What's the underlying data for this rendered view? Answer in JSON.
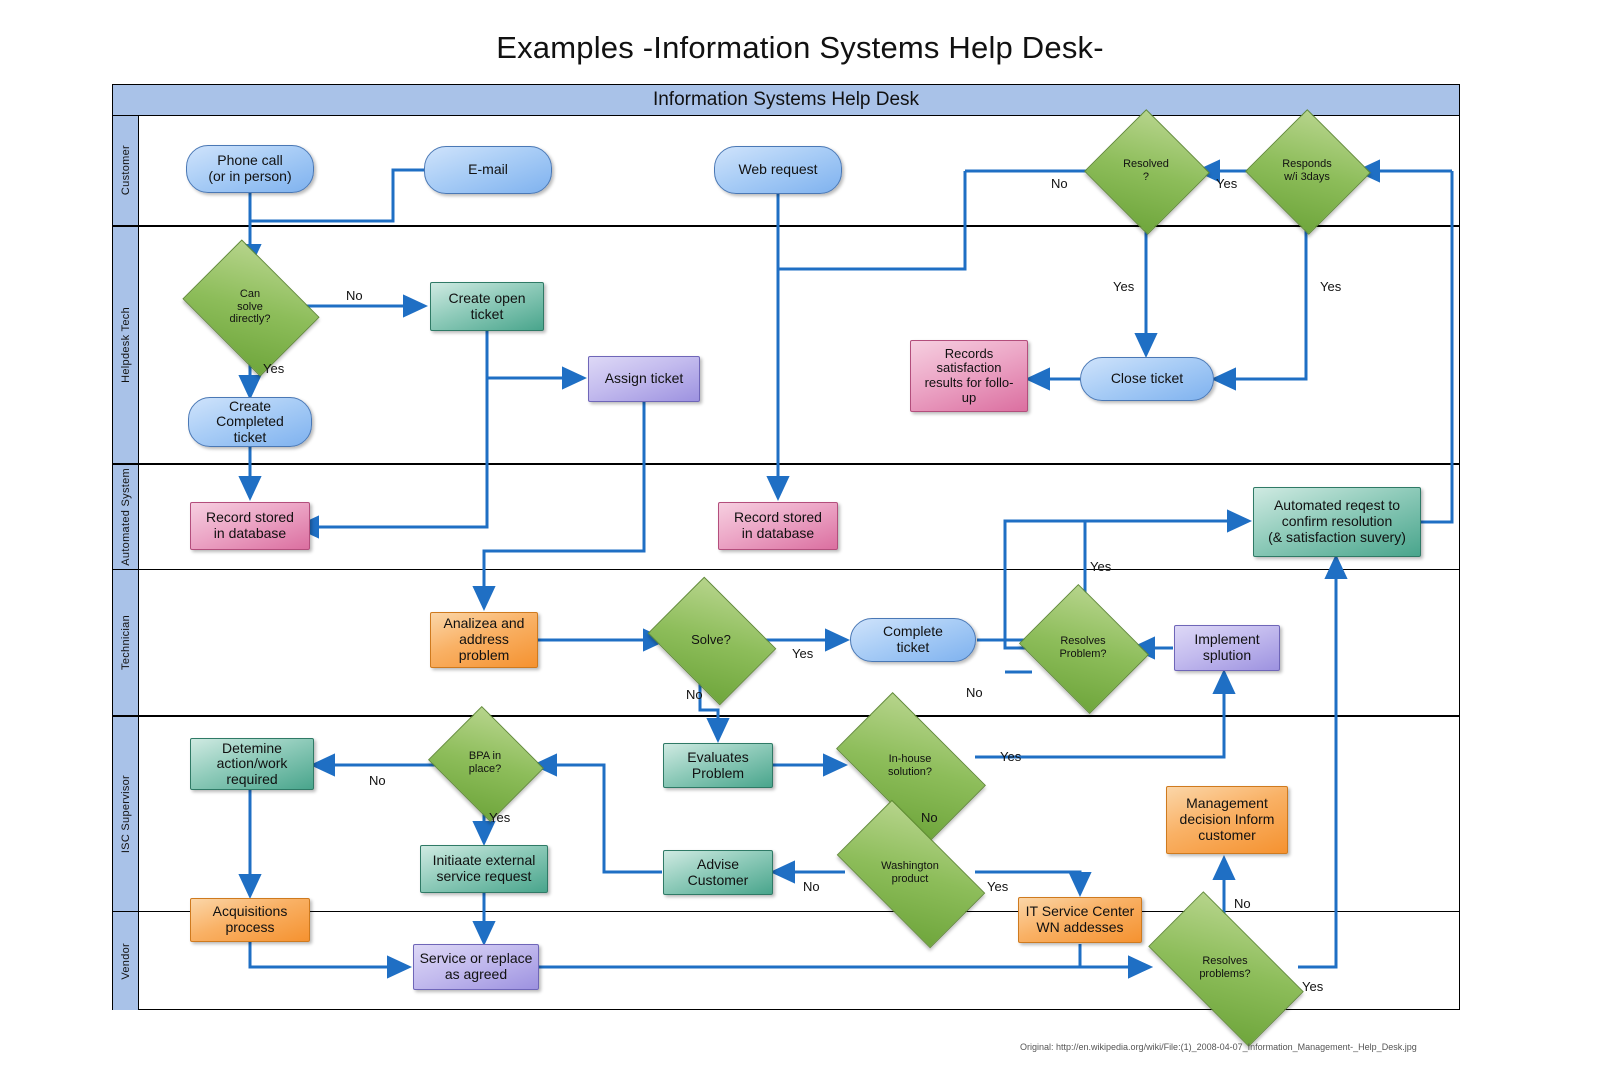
{
  "page": {
    "title": "Examples -Information Systems Help Desk-",
    "credit": "Original: http://en.wikipedia.org/wiki/File:(1)_2008-04-07_Information_Management-_Help_Desk.jpg"
  },
  "pool": {
    "header": "Information Systems Help Desk"
  },
  "lanes": [
    {
      "label": "Customer"
    },
    {
      "label": "Helpdesk Tech"
    },
    {
      "label": "Automated System"
    },
    {
      "label": "Technician"
    },
    {
      "label": "ISC Supervisor"
    },
    {
      "label": "Vendor"
    }
  ],
  "nodes": [
    {
      "id": "phone-call",
      "text": "Phone call\n(or in person)",
      "shape": "rounded",
      "color": "blue",
      "lane": "Customer"
    },
    {
      "id": "email",
      "text": "E-mail",
      "shape": "rounded",
      "color": "blue",
      "lane": "Customer"
    },
    {
      "id": "web-request",
      "text": "Web request",
      "shape": "rounded",
      "color": "blue",
      "lane": "Customer"
    },
    {
      "id": "resolved",
      "text": "Resolved\n?",
      "shape": "diamond",
      "color": "green",
      "lane": "Customer"
    },
    {
      "id": "responds-3days",
      "text": "Responds\nw/i 3days",
      "shape": "diamond",
      "color": "green",
      "lane": "Customer"
    },
    {
      "id": "can-solve-directly",
      "text": "Can\nsolve\ndirectly?",
      "shape": "diamond",
      "color": "green",
      "lane": "Helpdesk Tech"
    },
    {
      "id": "create-open-ticket",
      "text": "Create open\nticket",
      "shape": "rect",
      "color": "teal",
      "lane": "Helpdesk Tech"
    },
    {
      "id": "assign-ticket",
      "text": "Assign ticket",
      "shape": "rect",
      "color": "purple",
      "lane": "Helpdesk Tech"
    },
    {
      "id": "create-completed-ticket",
      "text": "Create\nCompleted\nticket",
      "shape": "rounded",
      "color": "blue",
      "lane": "Helpdesk Tech"
    },
    {
      "id": "records-satisfaction",
      "text": "Records\nsatisfaction\nresults for follo-\nup",
      "shape": "rect",
      "color": "pink",
      "lane": "Helpdesk Tech"
    },
    {
      "id": "close-ticket",
      "text": "Close ticket",
      "shape": "rounded",
      "color": "blue",
      "lane": "Helpdesk Tech"
    },
    {
      "id": "record-stored-1",
      "text": "Record stored\nin database",
      "shape": "rect",
      "color": "pink",
      "lane": "Automated System"
    },
    {
      "id": "record-stored-2",
      "text": "Record stored\nin database",
      "shape": "rect",
      "color": "pink",
      "lane": "Automated System"
    },
    {
      "id": "automated-request",
      "text": "Automated reqest to\nconfirm resolution\n(& satisfaction suvery)",
      "shape": "rect",
      "color": "teal",
      "lane": "Automated System"
    },
    {
      "id": "analizea-address",
      "text": "Analizea and\naddress\nproblem",
      "shape": "rect",
      "color": "orange",
      "lane": "Technician"
    },
    {
      "id": "solve",
      "text": "Solve?",
      "shape": "diamond",
      "color": "green",
      "lane": "Technician"
    },
    {
      "id": "complete-ticket",
      "text": "Complete\nticket",
      "shape": "rounded",
      "color": "blue",
      "lane": "Technician"
    },
    {
      "id": "resolves-problem",
      "text": "Resolves\nProblem?",
      "shape": "diamond",
      "color": "green",
      "lane": "Technician"
    },
    {
      "id": "implement-solution",
      "text": "Implement\nsplution",
      "shape": "rect",
      "color": "purple",
      "lane": "Technician"
    },
    {
      "id": "determine-action",
      "text": "Detemine\naction/work\nrequired",
      "shape": "rect",
      "color": "teal",
      "lane": "ISC Supervisor"
    },
    {
      "id": "bpa-in-place",
      "text": "BPA in\nplace?",
      "shape": "diamond",
      "color": "green",
      "lane": "ISC Supervisor"
    },
    {
      "id": "evaluates-problem",
      "text": "Evaluates\nProblem",
      "shape": "rect",
      "color": "teal",
      "lane": "ISC Supervisor"
    },
    {
      "id": "in-house-solution",
      "text": "In-house\nsolution?",
      "shape": "diamond",
      "color": "green",
      "lane": "ISC Supervisor"
    },
    {
      "id": "management-decision",
      "text": "Management\ndecision Inform\ncustomer",
      "shape": "rect",
      "color": "orange",
      "lane": "ISC Supervisor"
    },
    {
      "id": "initiate-external",
      "text": "Initiaate external\nservice request",
      "shape": "rect",
      "color": "teal",
      "lane": "ISC Supervisor"
    },
    {
      "id": "advise-customer",
      "text": "Advise\nCustomer",
      "shape": "rect",
      "color": "teal",
      "lane": "ISC Supervisor"
    },
    {
      "id": "washington-product",
      "text": "Washington\nproduct",
      "shape": "diamond",
      "color": "green",
      "lane": "ISC Supervisor"
    },
    {
      "id": "acquisitions-process",
      "text": "Acquisitions\nprocess",
      "shape": "rect",
      "color": "orange",
      "lane": "ISC Supervisor"
    },
    {
      "id": "it-service-center",
      "text": "IT Service Center\nWN addesses",
      "shape": "rect",
      "color": "orange",
      "lane": "ISC Supervisor"
    },
    {
      "id": "service-or-replace",
      "text": "Service or replace\nas agreed",
      "shape": "rect",
      "color": "purple",
      "lane": "Vendor"
    },
    {
      "id": "resolves-problems",
      "text": "Resolves\nproblems?",
      "shape": "diamond",
      "color": "green",
      "lane": "Vendor"
    }
  ],
  "edge_labels": [
    {
      "id": "lbl-resolved-no",
      "text": "No"
    },
    {
      "id": "lbl-responds-yes",
      "text": "Yes"
    },
    {
      "id": "lbl-cansolve-no",
      "text": "No"
    },
    {
      "id": "lbl-cansolve-yes",
      "text": "Yes"
    },
    {
      "id": "lbl-resolved-yes",
      "text": "Yes"
    },
    {
      "id": "lbl-responds-yes2",
      "text": "Yes"
    },
    {
      "id": "lbl-resolvesproblem-yes",
      "text": "Yes"
    },
    {
      "id": "lbl-solve-yes",
      "text": "Yes"
    },
    {
      "id": "lbl-solve-no",
      "text": "No"
    },
    {
      "id": "lbl-resolvesproblem-no",
      "text": "No"
    },
    {
      "id": "lbl-bpa-no",
      "text": "No"
    },
    {
      "id": "lbl-bpa-yes",
      "text": "Yes"
    },
    {
      "id": "lbl-inhouse-yes",
      "text": "Yes"
    },
    {
      "id": "lbl-inhouse-no",
      "text": "No"
    },
    {
      "id": "lbl-washington-no",
      "text": "No"
    },
    {
      "id": "lbl-washington-yes",
      "text": "Yes"
    },
    {
      "id": "lbl-mgmt-no",
      "text": "No"
    },
    {
      "id": "lbl-resolvesproblems-yes",
      "text": "Yes"
    }
  ],
  "colors": {
    "lane_header": "#a9c2e8",
    "connector": "#1f6fc4",
    "decision_green": "#8dbd5a",
    "process_teal": "#49a58c",
    "process_orange": "#f59230",
    "process_purple": "#9d92e0",
    "process_pink": "#db6fa0",
    "terminator_blue": "#7fb2ef"
  }
}
